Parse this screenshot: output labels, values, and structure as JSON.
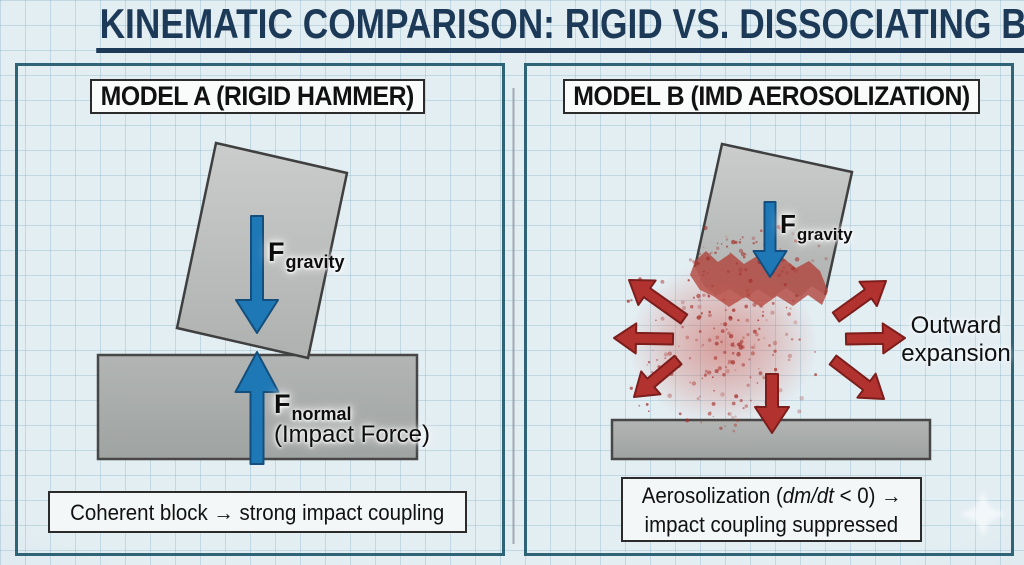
{
  "title": "KINEMATIC COMPARISON: RIGID VS. DISSOCIATING BODY",
  "panel_a": {
    "heading": "MODEL A (RIGID HAMMER)",
    "gravity_label": {
      "f": "F",
      "sub": "gravity"
    },
    "normal_label": {
      "f": "F",
      "sub": "normal",
      "paren": "(Impact Force)"
    },
    "caption": "Coherent block → strong impact coupling"
  },
  "panel_b": {
    "heading": "MODEL B (IMD AEROSOLIZATION)",
    "gravity_label": {
      "f": "F",
      "sub": "gravity"
    },
    "outward_line1": "Outward",
    "outward_line2": "expansion",
    "caption_line1_pre": "Aerosolization (",
    "caption_line1_italic": "dm/dt",
    "caption_line1_post": " < 0) →",
    "caption_line2": "impact coupling suppressed"
  },
  "colors": {
    "title_navy": "#1c3a57",
    "panel_border_teal": "#2e6476",
    "arrow_blue": "#1f78b6",
    "arrow_blue_stroke": "#134e7c",
    "arrow_red": "#b23230",
    "arrow_red_stroke": "#7c1e1c",
    "block_gray_light": "#cacdcb",
    "block_gray_dark": "#aeb1af",
    "ground_gray": "#a9adab",
    "debris_red": "#a52d28",
    "debris_band_red": "#b0443c"
  }
}
